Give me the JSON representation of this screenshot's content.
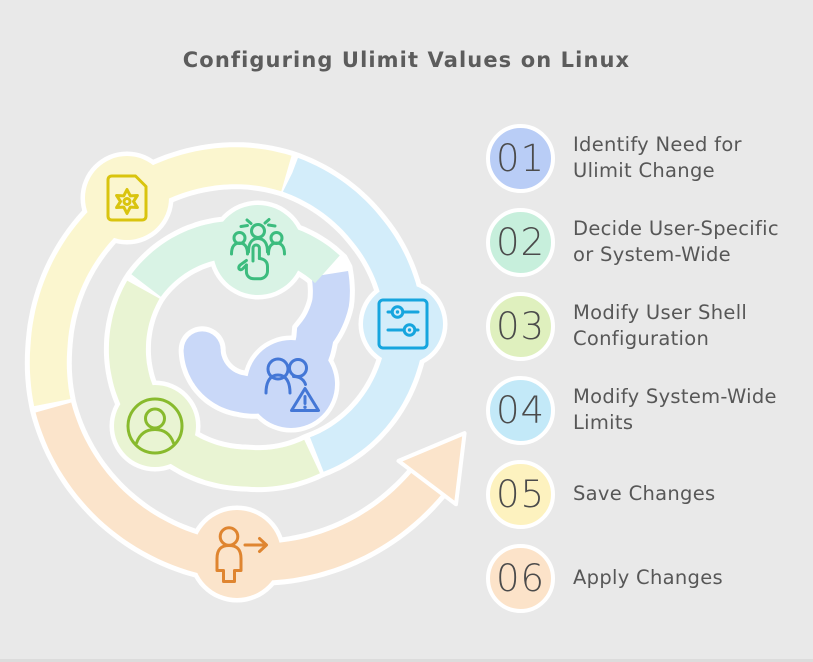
{
  "title": "Configuring Ulimit Values on Linux",
  "background_color": "#e9e9e9",
  "title_color": "#5c5c5c",
  "text_color": "#575757",
  "number_color": "#4b4b4b",
  "steps": [
    {
      "number": "01",
      "lines": [
        "Identify Need for",
        "Ulimit Change"
      ],
      "badge_color": "#b9cdf6"
    },
    {
      "number": "02",
      "lines": [
        "Decide User-Specific",
        "or System-Wide"
      ],
      "badge_color": "#c7efdc"
    },
    {
      "number": "03",
      "lines": [
        "Modify User Shell",
        "Configuration"
      ],
      "badge_color": "#dff0be"
    },
    {
      "number": "04",
      "lines": [
        "Modify System-Wide",
        "Limits"
      ],
      "badge_color": "#c3e9f8"
    },
    {
      "number": "05",
      "lines": [
        "Save Changes"
      ],
      "badge_color": "#fdf2bf"
    },
    {
      "number": "06",
      "lines": [
        "Apply Changes"
      ],
      "badge_color": "#fce3c9"
    }
  ],
  "spiral": {
    "outline_color": "#ffffff",
    "segments": [
      {
        "step": "01",
        "color": "#c9d8f8",
        "icon": "users-alert-icon",
        "icon_color": "#4477d6"
      },
      {
        "step": "02",
        "color": "#d9f3e5",
        "icon": "select-user-icon",
        "icon_color": "#3cbc7e"
      },
      {
        "step": "03",
        "color": "#e9f4d3",
        "icon": "user-avatar-icon",
        "icon_color": "#88ba2d"
      },
      {
        "step": "04",
        "color": "#d3edfa",
        "icon": "sliders-icon",
        "icon_color": "#16a5de"
      },
      {
        "step": "05",
        "color": "#fbf6cf",
        "icon": "document-gear-icon",
        "icon_color": "#d9c40e"
      },
      {
        "step": "06",
        "color": "#fbe4cb",
        "icon": "person-arrow-icon",
        "icon_color": "#df8530"
      }
    ]
  }
}
